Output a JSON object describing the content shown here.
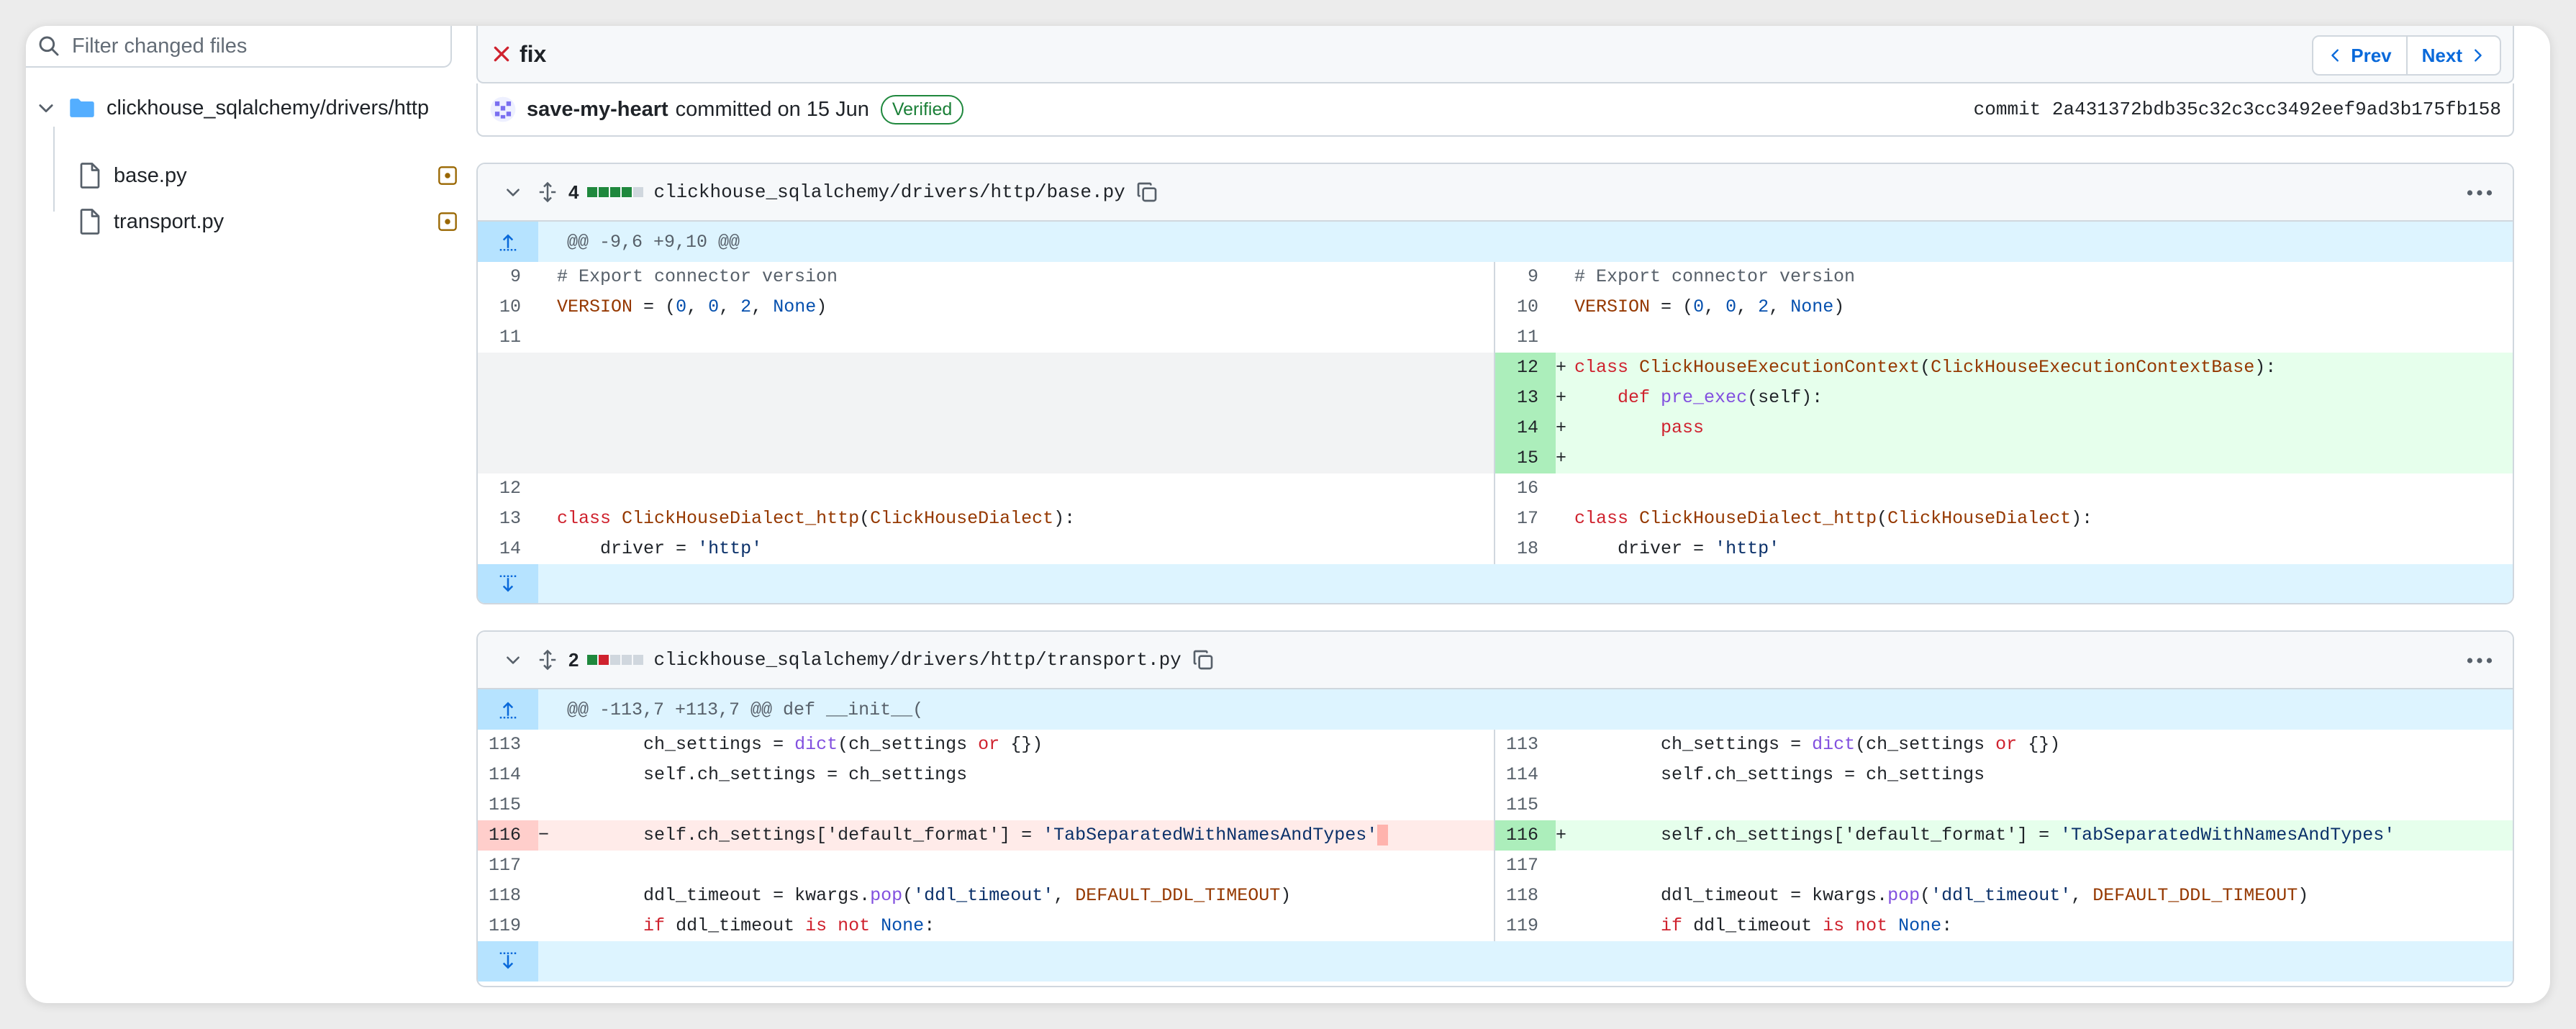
{
  "sidebar": {
    "filter_placeholder": "Filter changed files",
    "folder": "clickhouse_sqlalchemy/drivers/http",
    "files": [
      "base.py",
      "transport.py"
    ]
  },
  "commit": {
    "title": "fix",
    "prev_label": "Prev",
    "next_label": "Next",
    "author": "save-my-heart",
    "committed_text": "committed on 15 Jun",
    "verified_label": "Verified",
    "sha_text": "commit 2a431372bdb35c32c3cc3492eef9ad3b175fb158"
  },
  "files": [
    {
      "changes": "4",
      "path": "clickhouse_sqlalchemy/drivers/http/base.py",
      "hunk_header": "@@ -9,6 +9,10 @@",
      "left_lines": [
        "9",
        "10",
        "11",
        "12",
        "13",
        "14"
      ],
      "right_lines": [
        "9",
        "10",
        "11",
        "12",
        "13",
        "14",
        "15",
        "16",
        "17",
        "18"
      ]
    },
    {
      "changes": "2",
      "path": "clickhouse_sqlalchemy/drivers/http/transport.py",
      "hunk_header": "@@ -113,7 +113,7 @@ def __init__(",
      "left_lines": [
        "113",
        "114",
        "115",
        "116",
        "117",
        "118",
        "119"
      ],
      "right_lines": [
        "113",
        "114",
        "115",
        "116",
        "117",
        "118",
        "119"
      ]
    }
  ],
  "code": {
    "comment": "# Export connector version",
    "version_name": "VERSION",
    "eq": "=",
    "lparen": "(",
    "rparen": ")",
    "zero": "0",
    "two": "2",
    "comma": ", ",
    "none": "None",
    "kw_class": "class",
    "kw_def": "def",
    "kw_pass": "pass",
    "cls_exec": "ClickHouseExecutionContext",
    "cls_exec_base": "ClickHouseExecutionContextBase",
    "colon_close": "):",
    "fn_pre_exec": "pre_exec",
    "self_arg": "(self):",
    "cls_dialect_http": "ClickHouseDialect_http",
    "cls_dialect": "ClickHouseDialect",
    "driver_name": "driver",
    "http_str": "'http'",
    "ch_settings": "ch_settings",
    "fn_dict": "dict",
    "ch_args": "(ch_settings",
    "kw_or": "or",
    "braces_close": "{})",
    "self_ch": "self.ch_settings",
    "self_ch_idx": "self.ch_settings['default_format']",
    "tsv_str": "'TabSeparatedWithNamesAndTypes'",
    "ddl_timeout": "ddl_timeout",
    "kwargs": "kwargs.",
    "fn_pop": "pop",
    "ddl_str": "'ddl_timeout'",
    "default_ddl": "DEFAULT_DDL_TIMEOUT",
    "kw_if": "if",
    "kw_is": "is",
    "kw_not": "not",
    "colon": ":",
    "plus": "+",
    "minus": "−"
  },
  "colors": {
    "accent": "#0969da",
    "add_bg": "#e6ffec",
    "del_bg": "#ffebe9",
    "hunk_bg": "#ddf4ff",
    "verified": "#1a7f37"
  }
}
